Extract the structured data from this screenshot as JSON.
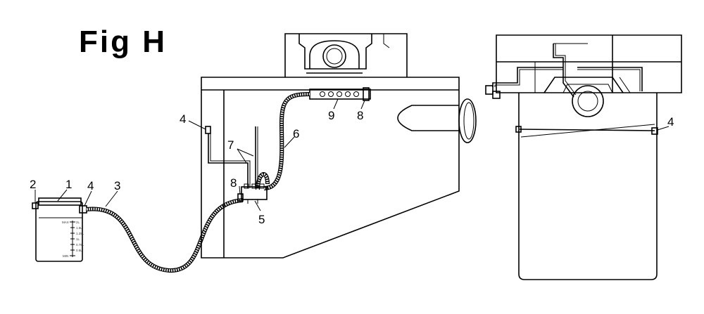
{
  "figure": {
    "title": "Fig H"
  },
  "callouts": [
    {
      "id": "c1",
      "label": "1"
    },
    {
      "id": "c2",
      "label": "2"
    },
    {
      "id": "c3",
      "label": "3"
    },
    {
      "id": "c4a",
      "label": "4"
    },
    {
      "id": "c4b",
      "label": "4"
    },
    {
      "id": "c4c",
      "label": "4"
    },
    {
      "id": "c5",
      "label": "5"
    },
    {
      "id": "c6",
      "label": "6"
    },
    {
      "id": "c7",
      "label": "7"
    },
    {
      "id": "c8a",
      "label": "8"
    },
    {
      "id": "c8b",
      "label": "8"
    },
    {
      "id": "c9",
      "label": "9"
    }
  ],
  "reservoir_scale": {
    "max": "MAX",
    "min": "MIN",
    "ticks": [
      "2L",
      "1.5L",
      "1.25L",
      "1L",
      "0.75L",
      "0.5L"
    ]
  },
  "colors": {
    "line": "#000000",
    "background": "#ffffff"
  }
}
